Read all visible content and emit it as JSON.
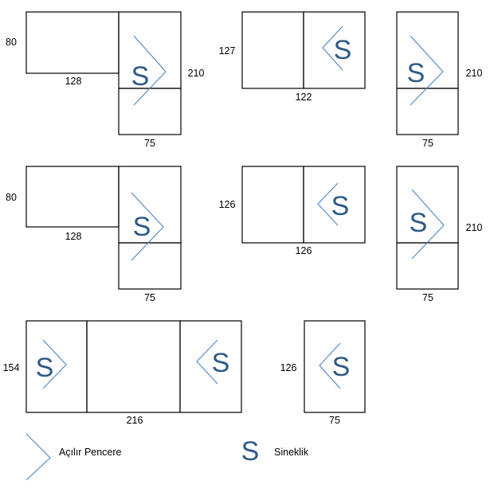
{
  "colors": {
    "frame": "#000000",
    "opener_line": "#4a86c8",
    "screen_mark": "#2e5a87"
  },
  "glyphs": {
    "screen": "S"
  },
  "windows": [
    {
      "dims": [
        {
          "role": "height-left",
          "text": "80"
        },
        {
          "role": "width-bottom-left",
          "text": "128"
        },
        {
          "role": "height-right",
          "text": "210"
        },
        {
          "role": "width-bottom-right",
          "text": "75"
        }
      ]
    },
    {
      "dims": [
        {
          "role": "height-left",
          "text": "127"
        },
        {
          "role": "width-bottom",
          "text": "122"
        }
      ]
    },
    {
      "dims": [
        {
          "role": "height-right",
          "text": "210"
        },
        {
          "role": "width-bottom",
          "text": "75"
        }
      ]
    },
    {
      "dims": [
        {
          "role": "height-left",
          "text": "80"
        },
        {
          "role": "width-bottom-left",
          "text": "128"
        },
        {
          "role": "width-bottom-right",
          "text": "75"
        }
      ]
    },
    {
      "dims": [
        {
          "role": "height-left",
          "text": "126"
        },
        {
          "role": "width-bottom",
          "text": "126"
        }
      ]
    },
    {
      "dims": [
        {
          "role": "height-right",
          "text": "210"
        },
        {
          "role": "width-bottom",
          "text": "75"
        }
      ]
    },
    {
      "dims": [
        {
          "role": "height-left",
          "text": "154"
        },
        {
          "role": "width-bottom",
          "text": "216"
        }
      ]
    },
    {
      "dims": [
        {
          "role": "height-left",
          "text": "126"
        },
        {
          "role": "width-bottom",
          "text": "75"
        }
      ]
    }
  ],
  "legend": {
    "opening_window_label": "Açılır Pencere",
    "screen_label": "Sineklik"
  }
}
